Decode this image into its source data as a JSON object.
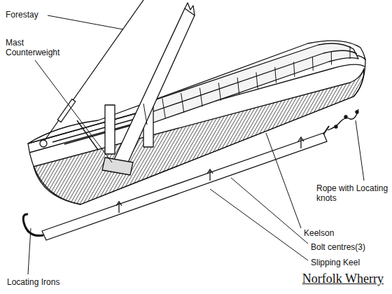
{
  "diagram": {
    "caption": "Norfolk Wherry",
    "labels": [
      "Forestay",
      "Mast Counterweight",
      "Rope with Locating knots",
      "Keelson",
      "Bolt centres(3)",
      "Slipping Keel",
      "Locating Irons"
    ]
  }
}
